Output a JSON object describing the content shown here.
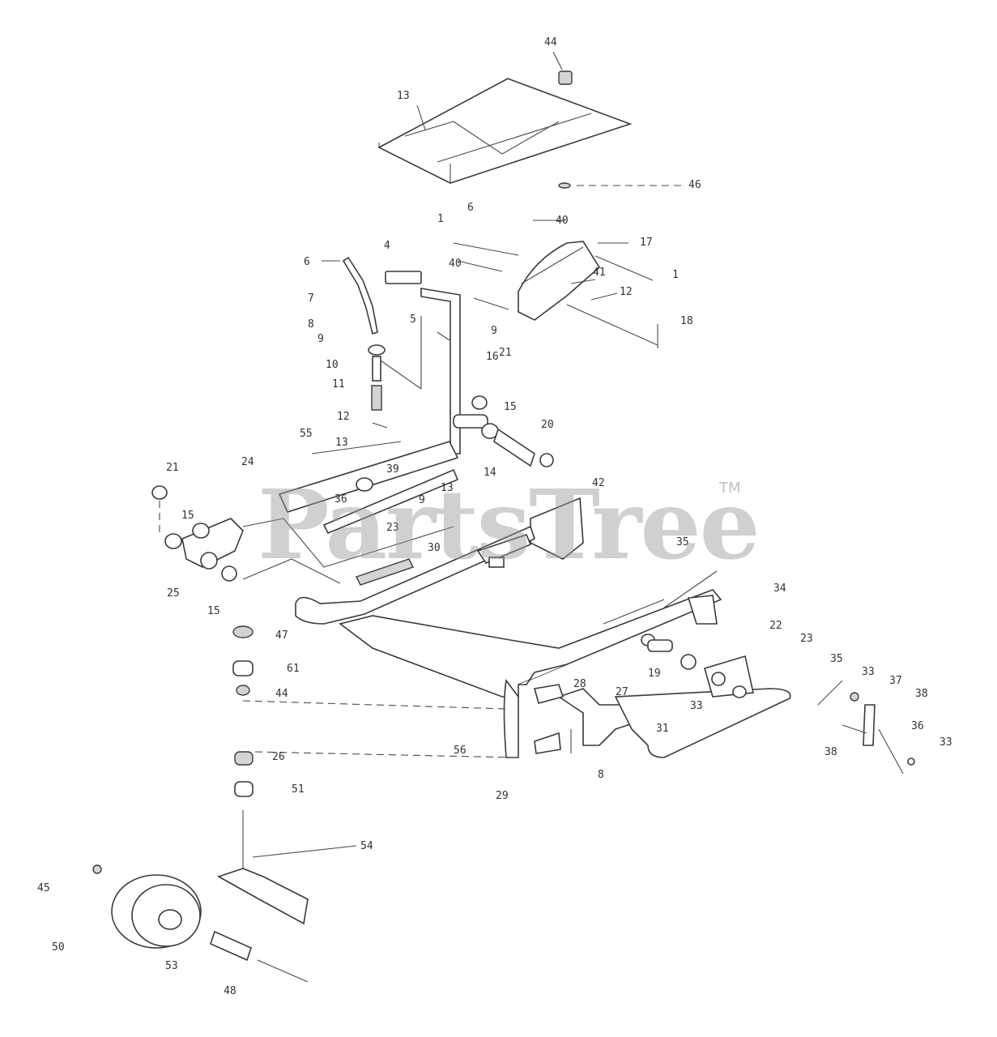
{
  "diagram": {
    "watermark": "PartsTree",
    "trademark": "TM",
    "callouts": [
      {
        "id": "c44a",
        "label": "44"
      },
      {
        "id": "c13a",
        "label": "13"
      },
      {
        "id": "c46",
        "label": "46"
      },
      {
        "id": "c1a",
        "label": "1"
      },
      {
        "id": "c6a",
        "label": "6"
      },
      {
        "id": "c40a",
        "label": "40"
      },
      {
        "id": "c17",
        "label": "17"
      },
      {
        "id": "c1b",
        "label": "1"
      },
      {
        "id": "c40b",
        "label": "40"
      },
      {
        "id": "c41",
        "label": "41"
      },
      {
        "id": "c12a",
        "label": "12"
      },
      {
        "id": "c18",
        "label": "18"
      },
      {
        "id": "c9a",
        "label": "9"
      },
      {
        "id": "c6b",
        "label": "6"
      },
      {
        "id": "c4",
        "label": "4"
      },
      {
        "id": "c7",
        "label": "7"
      },
      {
        "id": "c8",
        "label": "8"
      },
      {
        "id": "c5",
        "label": "5"
      },
      {
        "id": "c9b",
        "label": "9"
      },
      {
        "id": "c16",
        "label": "16"
      },
      {
        "id": "c10",
        "label": "10"
      },
      {
        "id": "c21a",
        "label": "21"
      },
      {
        "id": "c11",
        "label": "11"
      },
      {
        "id": "c15a",
        "label": "15"
      },
      {
        "id": "c12b",
        "label": "12"
      },
      {
        "id": "c20",
        "label": "20"
      },
      {
        "id": "c13b",
        "label": "13"
      },
      {
        "id": "c55",
        "label": "55"
      },
      {
        "id": "c24",
        "label": "24"
      },
      {
        "id": "c39",
        "label": "39"
      },
      {
        "id": "c14",
        "label": "14"
      },
      {
        "id": "c13c",
        "label": "13"
      },
      {
        "id": "c21b",
        "label": "21"
      },
      {
        "id": "c42",
        "label": "42"
      },
      {
        "id": "c36a",
        "label": "36"
      },
      {
        "id": "c9c",
        "label": "9"
      },
      {
        "id": "c15b",
        "label": "15"
      },
      {
        "id": "c23a",
        "label": "23"
      },
      {
        "id": "c30",
        "label": "30"
      },
      {
        "id": "c25",
        "label": "25"
      },
      {
        "id": "c15c",
        "label": "15"
      },
      {
        "id": "c35a",
        "label": "35"
      },
      {
        "id": "c34",
        "label": "34"
      },
      {
        "id": "c22",
        "label": "22"
      },
      {
        "id": "c47",
        "label": "47"
      },
      {
        "id": "c23b",
        "label": "23"
      },
      {
        "id": "c61",
        "label": "61"
      },
      {
        "id": "c35b",
        "label": "35"
      },
      {
        "id": "c33a",
        "label": "33"
      },
      {
        "id": "c37",
        "label": "37"
      },
      {
        "id": "c38a",
        "label": "38"
      },
      {
        "id": "c44b",
        "label": "44"
      },
      {
        "id": "c28",
        "label": "28"
      },
      {
        "id": "c27",
        "label": "27"
      },
      {
        "id": "c19",
        "label": "19"
      },
      {
        "id": "c33b",
        "label": "33"
      },
      {
        "id": "c31",
        "label": "31"
      },
      {
        "id": "c36b",
        "label": "36"
      },
      {
        "id": "c38b",
        "label": "38"
      },
      {
        "id": "c33c",
        "label": "33"
      },
      {
        "id": "c56",
        "label": "56"
      },
      {
        "id": "c26",
        "label": "26"
      },
      {
        "id": "c51",
        "label": "51"
      },
      {
        "id": "c29",
        "label": "29"
      },
      {
        "id": "c8b",
        "label": "8"
      },
      {
        "id": "c54",
        "label": "54"
      },
      {
        "id": "c45",
        "label": "45"
      },
      {
        "id": "c50",
        "label": "50"
      },
      {
        "id": "c53",
        "label": "53"
      },
      {
        "id": "c48",
        "label": "48"
      }
    ]
  }
}
